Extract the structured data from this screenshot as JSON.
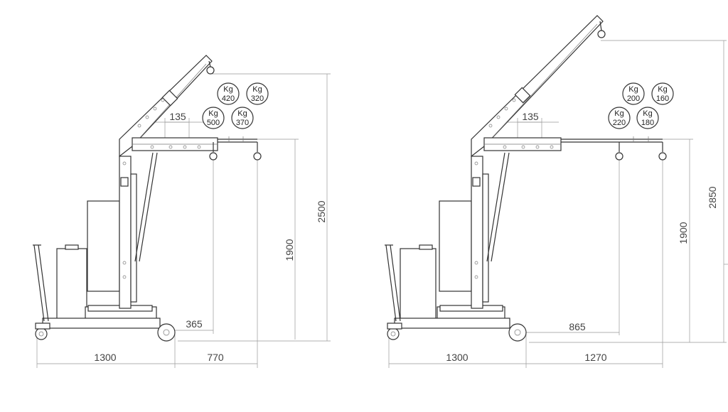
{
  "cranes": [
    {
      "dims": {
        "base_length": "1300",
        "reach": "770",
        "hook_offset": "365",
        "beam_height": "1900",
        "max_height": "2500",
        "step": "135"
      },
      "loads": [
        {
          "unit": "Kg",
          "value": "500"
        },
        {
          "unit": "Kg",
          "value": "420"
        },
        {
          "unit": "Kg",
          "value": "370"
        },
        {
          "unit": "Kg",
          "value": "320"
        }
      ]
    },
    {
      "dims": {
        "base_length": "1300",
        "reach": "1270",
        "hook_offset": "865",
        "beam_height": "1900",
        "max_height": "2850",
        "step": "135"
      },
      "loads": [
        {
          "unit": "Kg",
          "value": "220"
        },
        {
          "unit": "Kg",
          "value": "200"
        },
        {
          "unit": "Kg",
          "value": "180"
        },
        {
          "unit": "Kg",
          "value": "160"
        }
      ]
    }
  ]
}
